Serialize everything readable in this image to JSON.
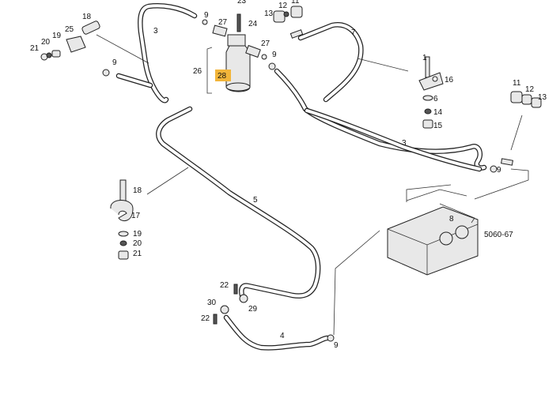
{
  "diagram": {
    "drawing_code": "5060-67",
    "highlighted_callout": "28",
    "highlight_color": "#f2b53a",
    "callouts": {
      "c1": "1",
      "c3a": "3",
      "c3b": "3",
      "c4": "4",
      "c5": "5",
      "c6": "6",
      "c7": "7",
      "c8": "8",
      "c9a": "9",
      "c9b": "9",
      "c9c": "9",
      "c9d": "9",
      "c9e": "9",
      "c11a": "11",
      "c11b": "11",
      "c12a": "12",
      "c12b": "12",
      "c13a": "13",
      "c13b": "13",
      "c14": "14",
      "c15": "15",
      "c16": "16",
      "c17": "17",
      "c18a": "18",
      "c18b": "18",
      "c19a": "19",
      "c19b": "19",
      "c20a": "20",
      "c20b": "20",
      "c21a": "21",
      "c21b": "21",
      "c22a": "22",
      "c22b": "22",
      "c23": "23",
      "c24": "24",
      "c25": "25",
      "c26": "26",
      "c27a": "27",
      "c27b": "27",
      "c28": "28",
      "c29": "29",
      "c30": "30"
    }
  }
}
